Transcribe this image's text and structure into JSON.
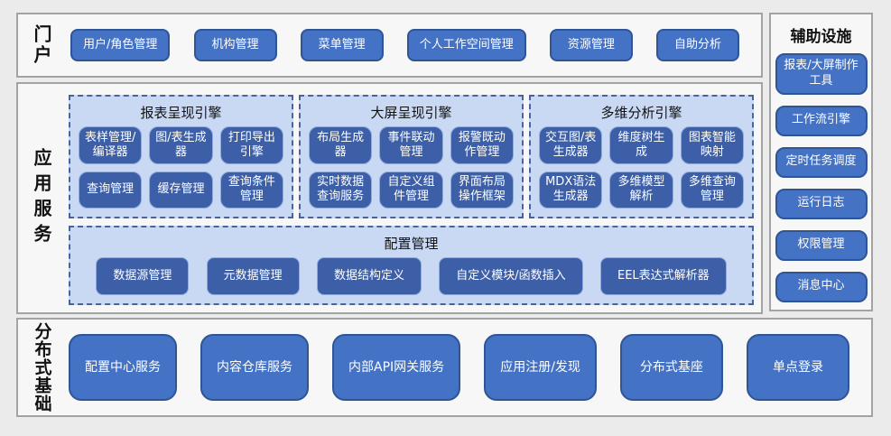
{
  "colors": {
    "button_blue": "#4472C4",
    "button_border_blue": "#2F5597",
    "inner_button_blue": "#3D5FA8",
    "group_background": "#C9D9F4",
    "group_dashed_border": "#49639B",
    "panel_border_gray": "#A3A3A3"
  },
  "portal": {
    "label": "门户",
    "buttons": [
      "用户/角色管理",
      "机构管理",
      "菜单管理",
      "个人工作空间管理",
      "资源管理",
      "自助分析"
    ]
  },
  "app": {
    "label": "应用服务",
    "groups": [
      {
        "title": "报表呈现引擎",
        "buttons": [
          "表样管理/编译器",
          "图/表生成器",
          "打印导出引擎",
          "查询管理",
          "缓存管理",
          "查询条件管理"
        ]
      },
      {
        "title": "大屏呈现引擎",
        "buttons": [
          "布局生成器",
          "事件联动管理",
          "报警既动作管理",
          "实时数据查询服务",
          "自定义组件管理",
          "界面布局操作框架"
        ]
      },
      {
        "title": "多维分析引擎",
        "buttons": [
          "交互图/表生成器",
          "维度树生成",
          "图表智能映射",
          "MDX语法生成器",
          "多维模型解析",
          "多维查询管理"
        ]
      }
    ],
    "config": {
      "title": "配置管理",
      "buttons": [
        "数据源管理",
        "元数据管理",
        "数据结构定义",
        "自定义模块/函数插入",
        "EEL表达式解析器"
      ]
    }
  },
  "aux": {
    "title": "辅助设施",
    "buttons": [
      "报表/大屏制作工具",
      "工作流引擎",
      "定时任务调度",
      "运行日志",
      "权限管理",
      "消息中心"
    ]
  },
  "foundation": {
    "label": "分布式基础",
    "buttons": [
      "配置中心服务",
      "内容仓库服务",
      "内部API网关服务",
      "应用注册/发现",
      "分布式基座",
      "单点登录"
    ]
  }
}
